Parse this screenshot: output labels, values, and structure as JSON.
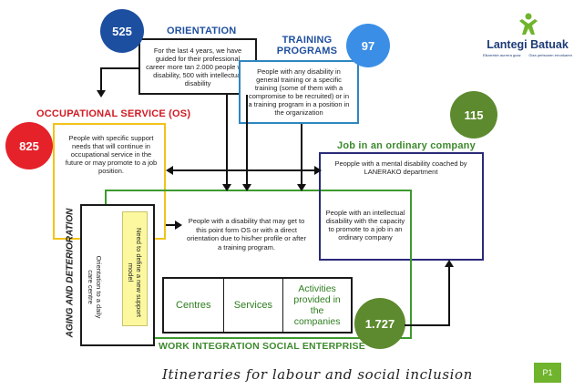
{
  "slide": {
    "footer": "Itineraries for labour and social inclusion",
    "page_label": "P1"
  },
  "logo": {
    "name": "Lantegi Batuak",
    "tagline_left": "Elkarrekin aurrera goaz",
    "tagline_right": "Giza pertsonen erronkaren",
    "colors": {
      "green": "#6fb42c",
      "blue": "#1e3c78"
    }
  },
  "circles": {
    "orientation": {
      "value": "525",
      "color": "#1c4fa0"
    },
    "training": {
      "value": "97",
      "color": "#3b8ee6"
    },
    "os": {
      "value": "825",
      "color": "#e5222a"
    },
    "ordinary": {
      "value": "115",
      "color": "#5d8a2e"
    },
    "wise": {
      "value": "1.727",
      "color": "#5d8a2e"
    }
  },
  "orientation": {
    "title": "ORIENTATION",
    "text": "For the last 4 years, we have guided for their professional career more tan 2.000 people with disability, 500 with intellectual disability"
  },
  "training": {
    "title": "TRAINING PROGRAMS",
    "text": "People with any disability in general training or a specific training (some of them with a compromise to be recruited) or in a training program in a position in the organization"
  },
  "occupational": {
    "title": "OCCUPATIONAL SERVICE (OS)",
    "text": "People with specific support needs that will continue in occupational service in the future or may promote to a job position."
  },
  "ordinary_job": {
    "title": "Job in an ordinary company",
    "text_top": "Peopple with a mental disability coached by LANERAKO department",
    "text_mid": "People with an intellectual disability with the capacity to promote to a job in an ordinary company"
  },
  "center": {
    "text": "People with a disability that may get to this point form OS or with a direct orientation due to his/her profile or after a training program."
  },
  "aging": {
    "title": "AGING AND DETERIORATION",
    "day_care": "Orientation to a daily care centre",
    "support_model": "Need to define a new support model"
  },
  "wise": {
    "title": "WORK INTEGRATION SOCIAL ENTERPRISE",
    "cells": [
      "Centres",
      "Services",
      "Activities provided in the companies"
    ]
  },
  "colors": {
    "orientation_border": "#1a1a1a",
    "training_border": "#2e86c1",
    "os_border": "#f2c318",
    "ordinary_border": "#2a2a7a",
    "wise_border": "#3d9a2e",
    "os_title": "#d11a22",
    "ordinary_title": "#3d8a2e",
    "orientation_title": "#1f4f9e",
    "wise_title": "#3d8a2e",
    "note_fill": "#fbf8a0"
  }
}
